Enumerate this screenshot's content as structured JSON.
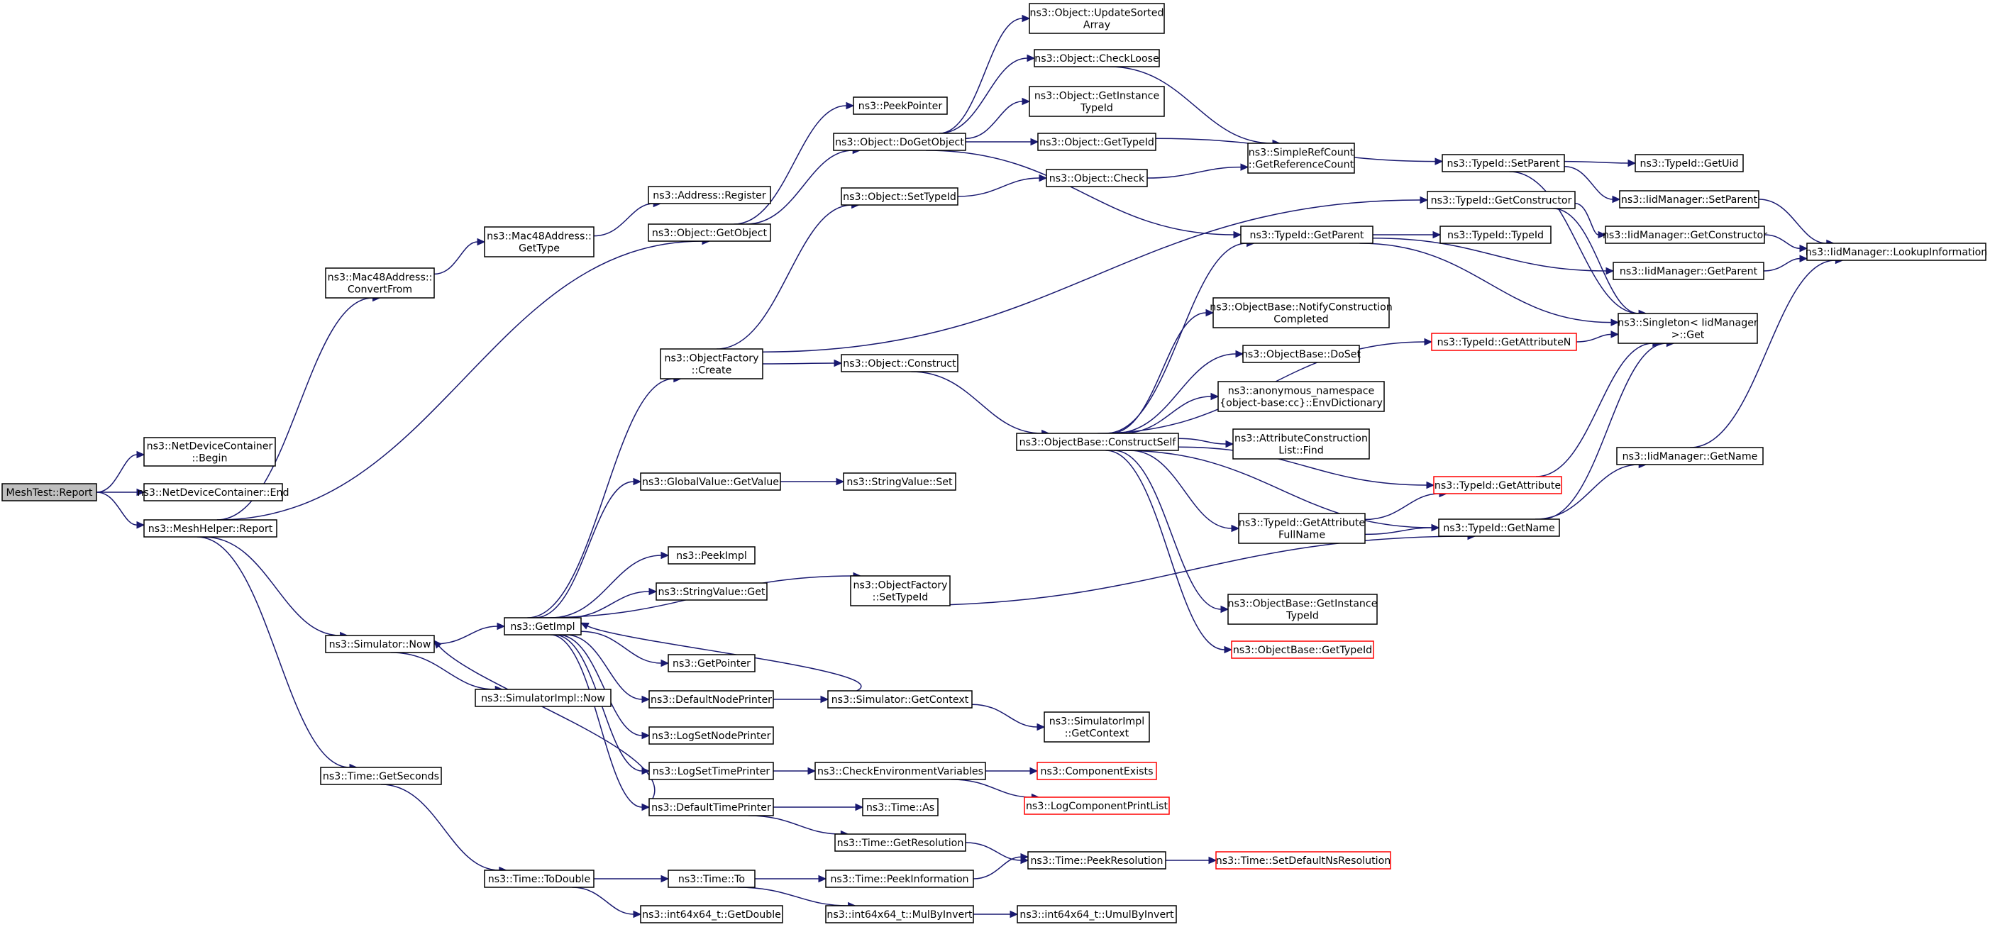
{
  "graph": {
    "colors": {
      "edge": "#191970",
      "root_fill": "#bfbfbf",
      "node_fill": "#ffffff",
      "node_border": "#000000",
      "truncated_border": "#ff0000"
    },
    "nodes": [
      {
        "id": "n0",
        "lines": [
          "MeshTest::Report"
        ],
        "root": true
      },
      {
        "id": "n1",
        "lines": [
          "ns3::NetDeviceContainer",
          "::Begin"
        ]
      },
      {
        "id": "n2",
        "lines": [
          "ns3::NetDeviceContainer::End"
        ]
      },
      {
        "id": "n3",
        "lines": [
          "ns3::MeshHelper::Report"
        ]
      },
      {
        "id": "n4",
        "lines": [
          "ns3::Mac48Address::",
          "ConvertFrom"
        ]
      },
      {
        "id": "n5",
        "lines": [
          "ns3::Object::GetObject"
        ]
      },
      {
        "id": "n6",
        "lines": [
          "ns3::Simulator::Now"
        ]
      },
      {
        "id": "n7",
        "lines": [
          "ns3::Time::GetSeconds"
        ]
      },
      {
        "id": "n8",
        "lines": [
          "ns3::Mac48Address::",
          "GetType"
        ]
      },
      {
        "id": "n9",
        "lines": [
          "ns3::Address::Register"
        ]
      },
      {
        "id": "n10",
        "lines": [
          "ns3::PeekPointer"
        ]
      },
      {
        "id": "n11",
        "lines": [
          "ns3::Object::DoGetObject"
        ]
      },
      {
        "id": "n12",
        "lines": [
          "ns3::Object::UpdateSorted",
          "Array"
        ]
      },
      {
        "id": "n13",
        "lines": [
          "ns3::Object::CheckLoose"
        ]
      },
      {
        "id": "n14",
        "lines": [
          "ns3::Object::GetInstance",
          "TypeId"
        ]
      },
      {
        "id": "n15",
        "lines": [
          "ns3::Object::GetTypeId"
        ]
      },
      {
        "id": "n16",
        "lines": [
          "ns3::TypeId::GetParent"
        ]
      },
      {
        "id": "n17",
        "lines": [
          "ns3::SimpleRefCount",
          "::GetReferenceCount"
        ]
      },
      {
        "id": "n18",
        "lines": [
          "ns3::TypeId::SetParent"
        ]
      },
      {
        "id": "n19",
        "lines": [
          "ns3::TypeId::GetUid"
        ]
      },
      {
        "id": "n20",
        "lines": [
          "ns3::IidManager::SetParent"
        ]
      },
      {
        "id": "n21",
        "lines": [
          "ns3::Singleton< IidManager",
          ">::Get"
        ]
      },
      {
        "id": "n22",
        "lines": [
          "ns3::IidManager::LookupInformation"
        ]
      },
      {
        "id": "n23",
        "lines": [
          "ns3::TypeId::TypeId"
        ]
      },
      {
        "id": "n24",
        "lines": [
          "ns3::IidManager::GetParent"
        ]
      },
      {
        "id": "n25",
        "lines": [
          "ns3::TypeId::GetConstructor"
        ]
      },
      {
        "id": "n26",
        "lines": [
          "ns3::IidManager::GetConstructor"
        ]
      },
      {
        "id": "n27",
        "lines": [
          "ns3::Object::SetTypeId"
        ]
      },
      {
        "id": "n28",
        "lines": [
          "ns3::Object::Check"
        ]
      },
      {
        "id": "n29",
        "lines": [
          "ns3::ObjectFactory",
          "::Create"
        ]
      },
      {
        "id": "n30",
        "lines": [
          "ns3::Object::Construct"
        ]
      },
      {
        "id": "n31",
        "lines": [
          "ns3::ObjectBase::ConstructSelf"
        ]
      },
      {
        "id": "n32",
        "lines": [
          "ns3::ObjectBase::NotifyConstruction",
          "Completed"
        ]
      },
      {
        "id": "n33",
        "lines": [
          "ns3::ObjectBase::DoSet"
        ]
      },
      {
        "id": "n34",
        "lines": [
          "ns3::anonymous_namespace",
          "{object-base:cc}::EnvDictionary"
        ]
      },
      {
        "id": "n35",
        "lines": [
          "ns3::AttributeConstruction",
          "List::Find"
        ]
      },
      {
        "id": "n36",
        "lines": [
          "ns3::TypeId::GetAttribute"
        ],
        "truncated": true
      },
      {
        "id": "n37",
        "lines": [
          "ns3::TypeId::GetAttribute",
          "FullName"
        ]
      },
      {
        "id": "n38",
        "lines": [
          "ns3::TypeId::GetName"
        ]
      },
      {
        "id": "n39",
        "lines": [
          "ns3::IidManager::GetName"
        ]
      },
      {
        "id": "n40",
        "lines": [
          "ns3::ObjectBase::GetInstance",
          "TypeId"
        ]
      },
      {
        "id": "n41",
        "lines": [
          "ns3::ObjectBase::GetTypeId"
        ],
        "truncated": true
      },
      {
        "id": "n42",
        "lines": [
          "ns3::TypeId::GetAttributeN"
        ],
        "truncated": true
      },
      {
        "id": "n43",
        "lines": [
          "ns3::GlobalValue::GetValue"
        ]
      },
      {
        "id": "n44",
        "lines": [
          "ns3::StringValue::Set"
        ]
      },
      {
        "id": "n45",
        "lines": [
          "ns3::GetImpl"
        ]
      },
      {
        "id": "n46",
        "lines": [
          "ns3::PeekImpl"
        ]
      },
      {
        "id": "n47",
        "lines": [
          "ns3::StringValue::Get"
        ]
      },
      {
        "id": "n48",
        "lines": [
          "ns3::ObjectFactory",
          "::SetTypeId"
        ]
      },
      {
        "id": "n49",
        "lines": [
          "ns3::GetPointer"
        ]
      },
      {
        "id": "n50",
        "lines": [
          "ns3::DefaultNodePrinter"
        ]
      },
      {
        "id": "n51",
        "lines": [
          "ns3::Simulator::GetContext"
        ]
      },
      {
        "id": "n52",
        "lines": [
          "ns3::SimulatorImpl",
          "::GetContext"
        ]
      },
      {
        "id": "n53",
        "lines": [
          "ns3::LogSetNodePrinter"
        ]
      },
      {
        "id": "n54",
        "lines": [
          "ns3::LogSetTimePrinter"
        ]
      },
      {
        "id": "n55",
        "lines": [
          "ns3::CheckEnvironmentVariables"
        ]
      },
      {
        "id": "n56",
        "lines": [
          "ns3::ComponentExists"
        ],
        "truncated": true
      },
      {
        "id": "n57",
        "lines": [
          "ns3::LogComponentPrintList"
        ],
        "truncated": true
      },
      {
        "id": "n58",
        "lines": [
          "ns3::DefaultTimePrinter"
        ]
      },
      {
        "id": "n59",
        "lines": [
          "ns3::Time::As"
        ]
      },
      {
        "id": "n60",
        "lines": [
          "ns3::Time::GetResolution"
        ]
      },
      {
        "id": "n61",
        "lines": [
          "ns3::Time::PeekResolution"
        ]
      },
      {
        "id": "n62",
        "lines": [
          "ns3::Time::SetDefaultNsResolution"
        ],
        "truncated": true
      },
      {
        "id": "n63",
        "lines": [
          "ns3::SimulatorImpl::Now"
        ]
      },
      {
        "id": "n64",
        "lines": [
          "ns3::Time::ToDouble"
        ]
      },
      {
        "id": "n65",
        "lines": [
          "ns3::Time::To"
        ]
      },
      {
        "id": "n66",
        "lines": [
          "ns3::Time::PeekInformation"
        ]
      },
      {
        "id": "n67",
        "lines": [
          "ns3::int64x64_t::GetDouble"
        ]
      },
      {
        "id": "n68",
        "lines": [
          "ns3::int64x64_t::MulByInvert"
        ]
      },
      {
        "id": "n69",
        "lines": [
          "ns3::int64x64_t::UmulByInvert"
        ]
      }
    ]
  }
}
